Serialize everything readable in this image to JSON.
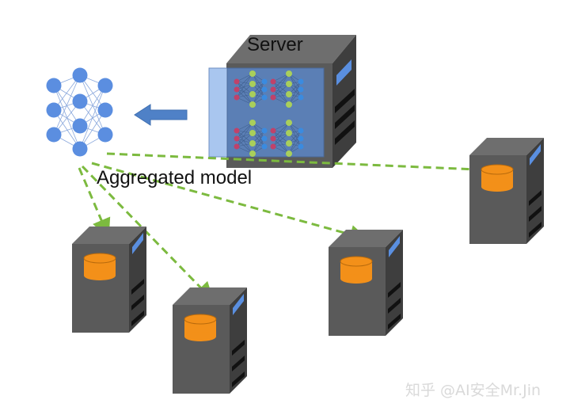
{
  "diagram": {
    "server_label": "Server",
    "aggregated_model_label": "Aggregated model",
    "watermark": "知乎 @AI安全Mr.Jin",
    "colors": {
      "server_body": "#5a5a5a",
      "server_top": "#6e6e6e",
      "server_side": "#3e3e3e",
      "server_front_panel": "#5b7fb5",
      "server_screen": "#5a8fe0",
      "db_orange": "#f39019",
      "nn_blue": "#5b8ee0",
      "arrow_blue": "#4f81c7",
      "edge_green": "#7cba3f",
      "node_red": "#c0426a",
      "node_green": "#a9cf5b",
      "node_blue": "#3a8be0"
    },
    "clients": [
      {
        "id": "client-1"
      },
      {
        "id": "client-2"
      },
      {
        "id": "client-3"
      },
      {
        "id": "client-4"
      }
    ]
  }
}
